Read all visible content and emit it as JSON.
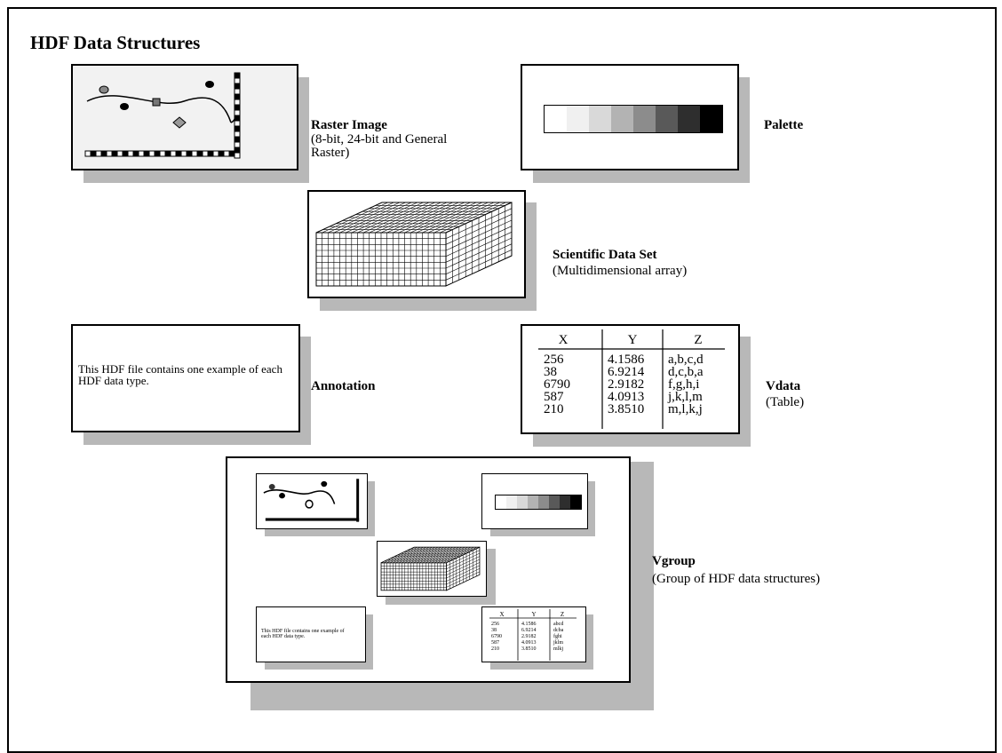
{
  "title": "HDF Data Structures",
  "raster": {
    "label": "Raster Image",
    "desc_line1": "(8-bit, 24-bit and General",
    "desc_line2": "Raster)"
  },
  "palette": {
    "label": "Palette",
    "shades": [
      "#ffffff",
      "#f0f0f0",
      "#d9d9d9",
      "#b3b3b3",
      "#8c8c8c",
      "#595959",
      "#2e2e2e",
      "#000000"
    ]
  },
  "sds": {
    "label": "Scientific Data Set",
    "desc": "(Multidimensional array)"
  },
  "annotation": {
    "label": "Annotation",
    "text": "This HDF file contains one example of each HDF data type.",
    "small_text": "This HDF file contains one example of each HDF data type."
  },
  "vdata": {
    "label": "Vdata",
    "desc": "(Table)",
    "headers": [
      "X",
      "Y",
      "Z"
    ],
    "rows": [
      [
        "256",
        "4.1586",
        "a,b,c,d"
      ],
      [
        "38",
        "6.9214",
        "d,c,b,a"
      ],
      [
        "6790",
        "2.9182",
        "f,g,h,i"
      ],
      [
        "587",
        "4.0913",
        "j,k,l,m"
      ],
      [
        "210",
        "3.8510",
        "m,l,k,j"
      ]
    ],
    "small_rows": [
      [
        "256",
        "4.1586",
        "abcd"
      ],
      [
        "38",
        "6.9214",
        "dcba"
      ],
      [
        "6790",
        "2.9182",
        "fghi"
      ],
      [
        "587",
        "4.0913",
        "jklm"
      ],
      [
        "210",
        "3.8510",
        "mlkj"
      ]
    ]
  },
  "vgroup": {
    "label": "Vgroup",
    "desc": "(Group of HDF data structures)"
  }
}
